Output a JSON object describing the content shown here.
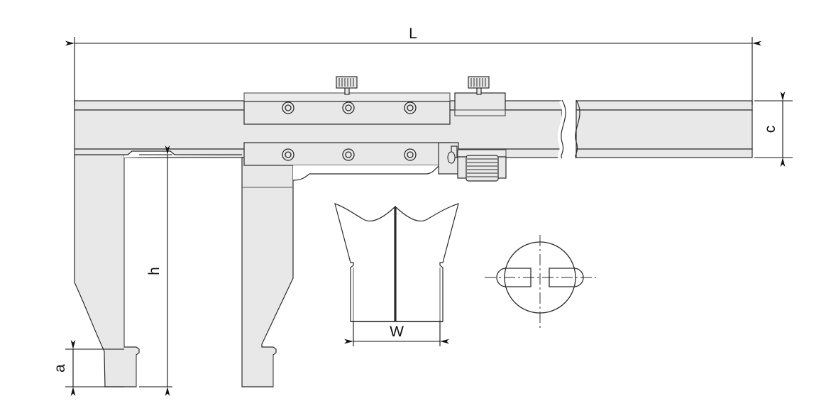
{
  "drawing": {
    "title": "Vernier Caliper Dimensional Drawing",
    "type": "engineering-drawing",
    "views": [
      "side-elevation",
      "jaw-front-view",
      "jaw-tip-detail"
    ]
  },
  "dimensions": {
    "overall_length": {
      "symbol": "L",
      "orientation": "horizontal",
      "location": "top"
    },
    "beam_height": {
      "symbol": "c",
      "orientation": "vertical",
      "location": "right"
    },
    "jaw_depth": {
      "symbol": "h",
      "orientation": "vertical",
      "location": "center-left"
    },
    "jaw_tip_height": {
      "symbol": "a",
      "orientation": "vertical",
      "location": "bottom-left"
    },
    "jaw_width": {
      "symbol": "W",
      "orientation": "horizontal",
      "location": "bottom-center"
    }
  },
  "colors": {
    "metal_fill": "#e8e8e8",
    "outline": "#2b2b2b",
    "dimension": "#111111",
    "centerline": "#6e6e6e",
    "background": "#ffffff"
  },
  "components": {
    "upper_slider_label": "upper-slider-block",
    "lower_slider_label": "lower-slider-block",
    "thumbscrew_label": "locking-thumbscrew",
    "fine_adjust_label": "fine-adjustment-knob",
    "fixed_jaw_label": "fixed-jaw",
    "moving_jaw_label": "moving-jaw",
    "beam_label": "main-beam",
    "break_label": "break-line"
  }
}
